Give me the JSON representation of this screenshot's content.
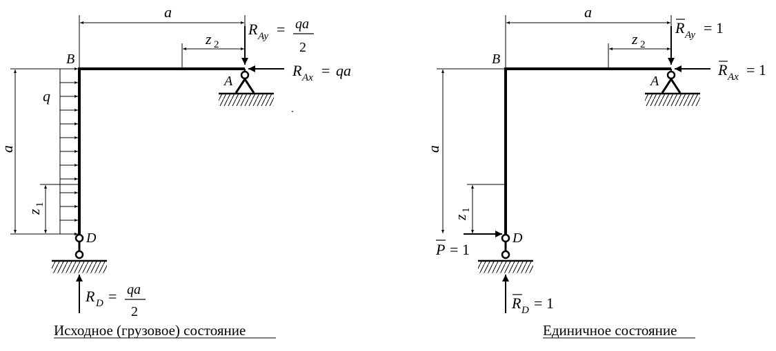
{
  "left": {
    "caption": "Исходное (грузовое) состояние",
    "dim_a_horizontal": "a",
    "dim_a_vertical": "a",
    "z1": "z",
    "z1_sub": "1",
    "z2": "z",
    "z2_sub": "2",
    "label_B": "B",
    "label_A": "A",
    "label_D": "D",
    "label_q": "q",
    "RAy_R": "R",
    "RAy_sub": "Ay",
    "RAy_eq": "=",
    "RAy_num": "qa",
    "RAy_den": "2",
    "RAx_R": "R",
    "RAx_sub": "Ax",
    "RAx_eq": "=",
    "RAx_val": "qa",
    "RD_R": "R",
    "RD_sub": "D",
    "RD_eq": "=",
    "RD_num": "qa",
    "RD_den": "2"
  },
  "right": {
    "caption": "Единичное состояние",
    "dim_a_horizontal": "a",
    "dim_a_vertical": "a",
    "z1": "z",
    "z1_sub": "1",
    "z2": "z",
    "z2_sub": "2",
    "label_B": "B",
    "label_A": "A",
    "label_D": "D",
    "RAy_R": "R",
    "RAy_sub": "Ay",
    "RAy_eq": "= 1",
    "RAx_R": "R",
    "RAx_sub": "Ax",
    "RAx_eq": "= 1",
    "RD_R": "R",
    "RD_sub": "D",
    "RD_eq": "= 1",
    "P_label": "P",
    "P_eq": "= 1"
  }
}
